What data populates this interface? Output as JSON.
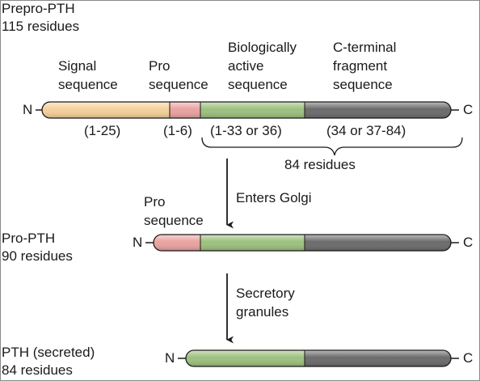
{
  "stages": {
    "prepro": {
      "name": "Prepro-PTH",
      "residues": "115 residues"
    },
    "pro": {
      "name": "Pro-PTH",
      "residues": "90 residues"
    },
    "pth": {
      "name": "PTH (secreted)",
      "residues": "84 residues"
    }
  },
  "segments": {
    "signal": {
      "title_line1": "Signal",
      "title_line2": "sequence",
      "range": "(1-25)",
      "color": "#f5d09a"
    },
    "pro": {
      "title_line1": "Pro",
      "title_line2": "sequence",
      "range": "(1-6)",
      "color": "#e9a2a0"
    },
    "active": {
      "title_line1": "Biologically",
      "title_line2": "active",
      "title_line3": "sequence",
      "range": "(1-33 or 36)",
      "color": "#9cc07d"
    },
    "cterm": {
      "title_line1": "C-terminal",
      "title_line2": "fragment",
      "title_line3": "sequence",
      "range": "(34 or 37-84)",
      "color": "#6b6b6b"
    }
  },
  "pro_stage_label": {
    "line1": "Pro",
    "line2": "sequence"
  },
  "brace_label": "84 residues",
  "terminals": {
    "n": "N",
    "c": "C"
  },
  "arrows": {
    "first": "Enters Golgi",
    "second_line1": "Secretory",
    "second_line2": "granules"
  }
}
